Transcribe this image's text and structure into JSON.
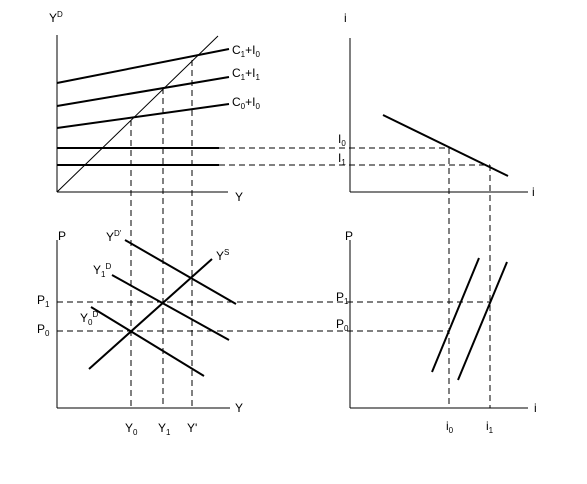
{
  "panels": {
    "top_left": {
      "y_axis": {
        "main": "Y",
        "sup": "D"
      },
      "x_axis": {
        "main": "Y"
      },
      "line_labels": [
        {
          "main": "C",
          "sub1": "1",
          "mid": "+I",
          "sub2": "0"
        },
        {
          "main": "C",
          "sub1": "1",
          "mid": "+I",
          "sub2": "1"
        },
        {
          "main": "C",
          "sub1": "0",
          "mid": "+I",
          "sub2": "0"
        }
      ]
    },
    "top_right": {
      "y_axis": {
        "main": "i"
      },
      "x_axis": {
        "main": "i"
      },
      "i0": {
        "main": "I",
        "sub": "0"
      },
      "i1": {
        "main": "I",
        "sub": "1"
      }
    },
    "bottom_left": {
      "y_axis": {
        "main": "P"
      },
      "x_axis": {
        "main": "Y"
      },
      "p1": {
        "main": "P",
        "sub": "1"
      },
      "p0": {
        "main": "P",
        "sub": "0"
      },
      "yd_prime": {
        "main": "Y",
        "sup": "D'"
      },
      "yd1": {
        "main": "Y",
        "sub": "1",
        "sup": "D"
      },
      "yd0": {
        "main": "Y",
        "sub": "0",
        "sup": "D"
      },
      "ys": {
        "main": "Y",
        "sup": "S"
      },
      "x_ticks": [
        {
          "main": "Y",
          "sub": "0"
        },
        {
          "main": "Y",
          "sub": "1"
        },
        {
          "main": "Y'",
          "sub": ""
        }
      ]
    },
    "bottom_right": {
      "y_axis": {
        "main": "P"
      },
      "x_axis": {
        "main": "i"
      },
      "p1": {
        "main": "P",
        "sub": "1"
      },
      "p0": {
        "main": "P",
        "sub": "0"
      },
      "x_ticks": [
        {
          "main": "i",
          "sub": "0"
        },
        {
          "main": "i",
          "sub": "1"
        }
      ]
    }
  }
}
